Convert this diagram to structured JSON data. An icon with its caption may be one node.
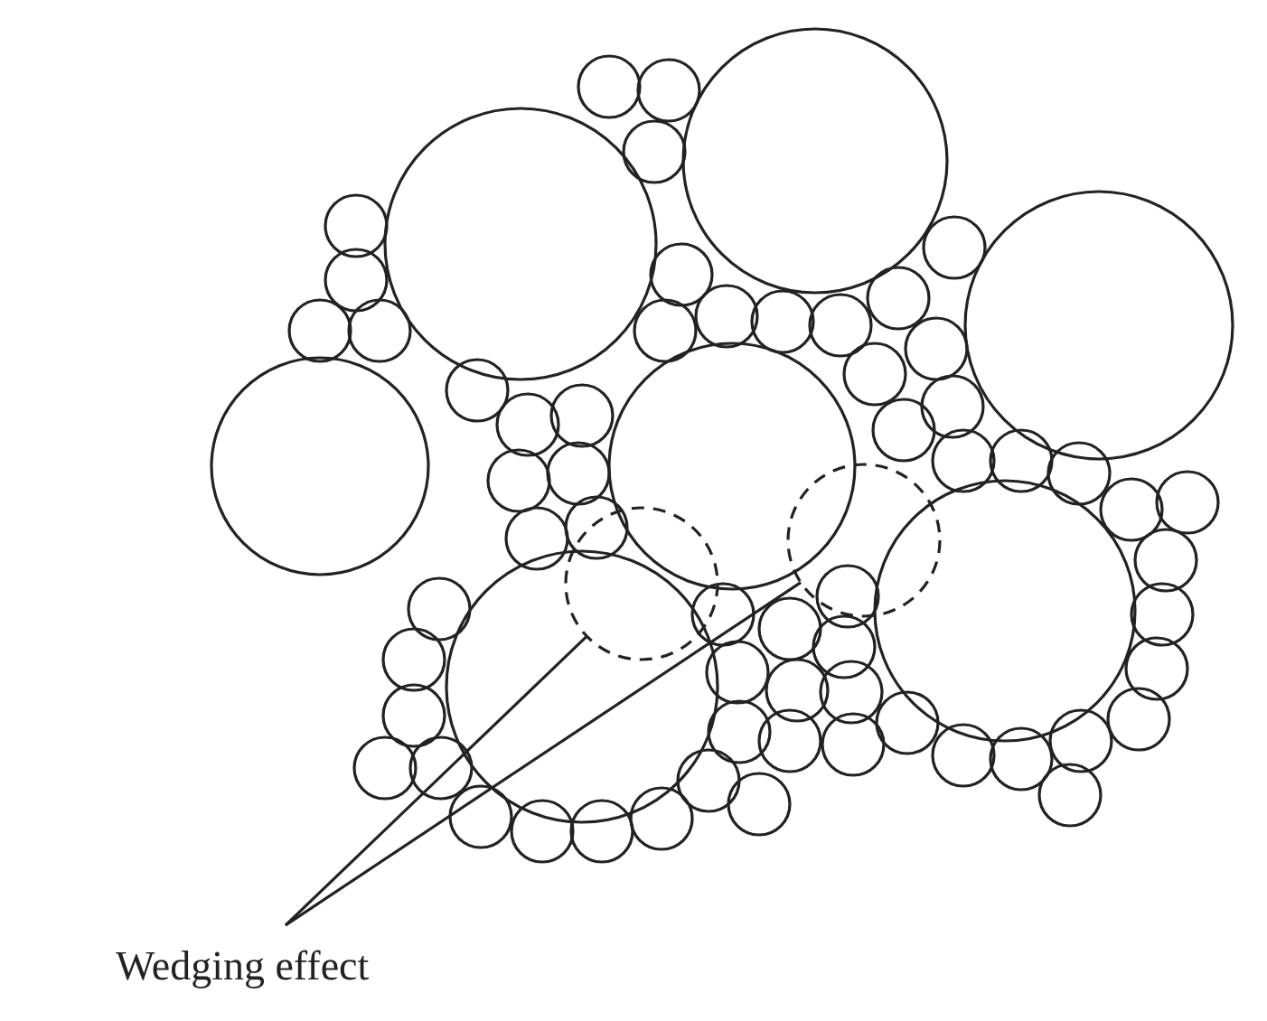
{
  "diagram": {
    "nodes": [
      {
        "text": [
          "Wedging effect"
        ]
      },
      {
        "text": [],
        "shape": "circle"
      },
      {
        "text": [],
        "shape": "circle"
      }
    ],
    "edges": [
      {
        "from": 0,
        "to": 1,
        "arrow": "none"
      },
      {
        "from": 0,
        "to": 2,
        "arrow": "none"
      }
    ]
  }
}
